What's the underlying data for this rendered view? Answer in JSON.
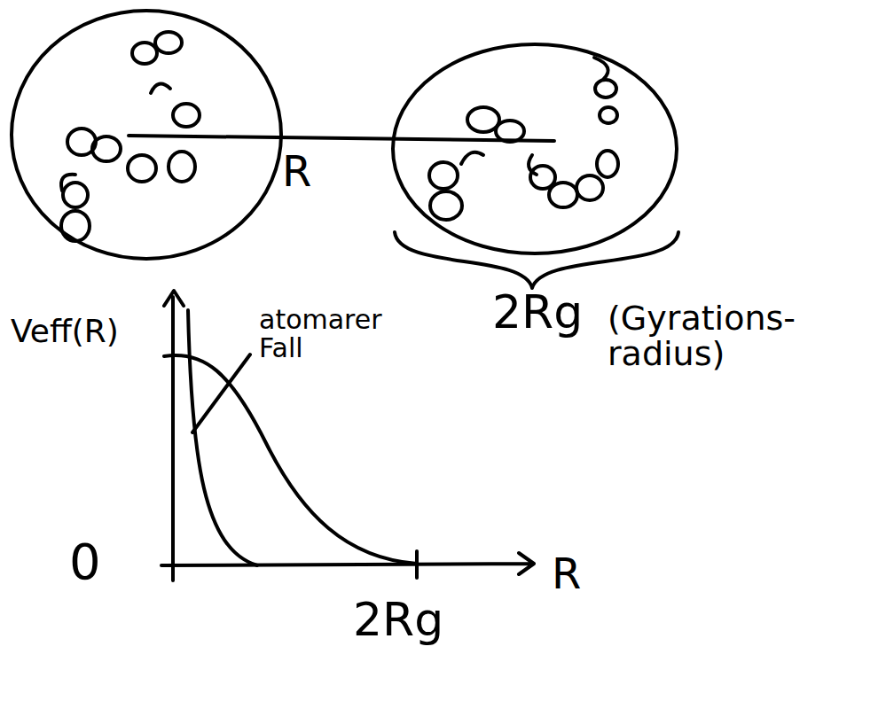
{
  "diagram": {
    "labels": [
      "R",
      "2Rg",
      "(Gyrations- radius)",
      "Veff(R)",
      "atomarer Fall",
      "0",
      "2Rg",
      "R"
    ]
  }
}
